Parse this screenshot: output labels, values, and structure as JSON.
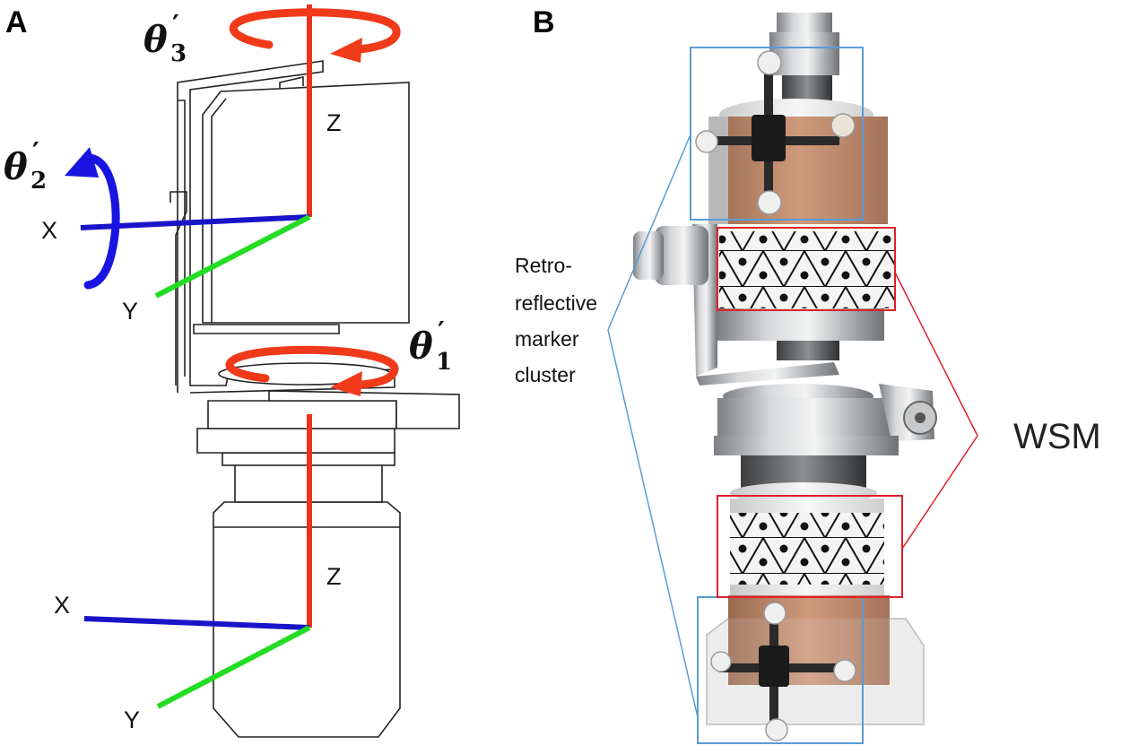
{
  "panels": {
    "a": {
      "letter": "A"
    },
    "b": {
      "letter": "B"
    }
  },
  "axes": {
    "upper": {
      "x": "X",
      "y": "Y",
      "z": "Z"
    },
    "lower": {
      "x": "X",
      "y": "Y",
      "z": "Z"
    }
  },
  "rotations": {
    "theta1": {
      "symbol": "θ",
      "subscript": "1",
      "prime": "′"
    },
    "theta2": {
      "symbol": "θ",
      "subscript": "2",
      "prime": "′"
    },
    "theta3": {
      "symbol": "θ",
      "subscript": "3",
      "prime": "′"
    }
  },
  "callouts": {
    "marker_cluster": [
      "Retro-",
      "reflective",
      "marker",
      "cluster"
    ],
    "wsm": "WSM"
  },
  "colors": {
    "x_axis": "#1a14c8",
    "y_axis": "#22dd22",
    "z_axis": "#e8341c",
    "rotation_arrow_red": "#f03a1a",
    "rotation_arrow_blue": "#1a14e0",
    "marker_box": "#5b9bd5",
    "wsm_box": "#e0202a"
  }
}
